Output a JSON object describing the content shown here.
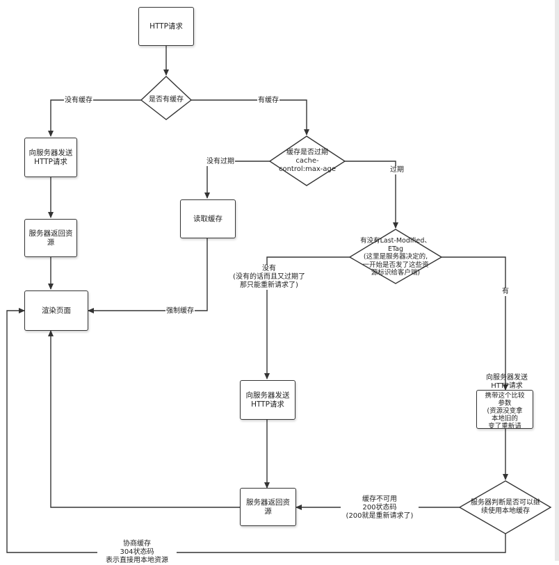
{
  "nodes": {
    "http_request": "HTTP请求",
    "has_cache": "是否有缓存",
    "send_request_left": "向服务器发送\nHTTP请求",
    "server_return_left": "服务器返回资\n源",
    "render_page": "渲染页面",
    "cache_expired": "缓存是否过期\ncache-\ncontrol:max-age",
    "read_cache": "读取缓存",
    "last_modified": "有没有Last-Modified、\nETag\n(这里是服务器决定的,\n一开始是否发了这些资\n源标识给客户端)",
    "send_request_mid": "向服务器发送\nHTTP请求",
    "server_return_mid": "服务器返回资\n源",
    "carry_params": "携带这个比较\n参数\n(资源没变拿\n本地旧的\n变了重新请\n求)",
    "server_judge": "服务器判断是否可以继\n续使用本地缓存"
  },
  "labels": {
    "no_cache": "没有缓存",
    "has_cache": "有缓存",
    "not_expired": "没有过期",
    "expired": "过期",
    "force_cache": "强制缓存",
    "no_tag": "没有\n(没有的话而且又过期了\n那只能重新请求了)",
    "yes_tag": "有",
    "send_request_right": "向服务器发送\nHTTP请求",
    "cache_unavailable": "缓存不可用\n200状态码\n(200就是重新请求了)",
    "negotiate_cache": "协商缓存\n304状态码\n表示直接用本地资源"
  },
  "colors": {
    "stroke": "#333333",
    "background": "#ffffff"
  }
}
